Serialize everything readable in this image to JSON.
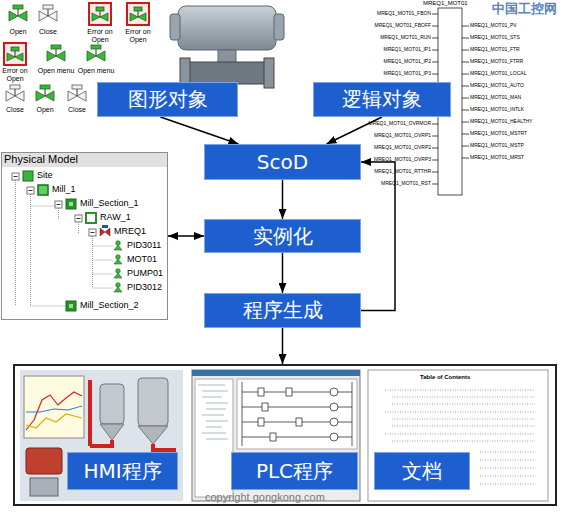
{
  "diagram": {
    "nodes": [
      {
        "text": [
          "图形对象"
        ]
      },
      {
        "text": [
          "逻辑对象"
        ]
      },
      {
        "text": [
          "ScoD"
        ]
      },
      {
        "text": [
          "Physical Model"
        ]
      },
      {
        "text": [
          "实例化"
        ]
      },
      {
        "text": [
          "程序生成"
        ]
      },
      {
        "text": [
          "HMI程序"
        ]
      },
      {
        "text": [
          "PLC程序"
        ]
      },
      {
        "text": [
          "文档"
        ]
      }
    ],
    "edges": [
      {
        "from": 0,
        "to": 2,
        "arrow": "to"
      },
      {
        "from": 1,
        "to": 2,
        "arrow": "to"
      },
      {
        "from": 2,
        "to": 4,
        "arrow": "to"
      },
      {
        "from": 3,
        "to": 4,
        "arrow": "both"
      },
      {
        "from": 4,
        "to": 5,
        "arrow": "to"
      },
      {
        "from": 5,
        "to": 2,
        "arrow": "to"
      }
    ],
    "labels": [
      "Open",
      "Close",
      "Error on Open",
      "Error on Open",
      "Error on Open",
      "Open menu",
      "Open menu",
      "Close",
      "Open",
      "Close",
      "MREQ1_MOT01",
      "MREQ1_MOT01_FBON",
      "MREQ1_MOT01_FBOFF",
      "MREQ1_MOT01_RUN",
      "MREQ1_MOT01_IP1",
      "MREQ1_MOT01_IP2",
      "MREQ1_MOT01_IP3",
      "MREQ1_MOT01_OVRMOR",
      "MREQ1_MOT01_OVRP1",
      "MREQ1_MOT01_OVRP2",
      "MREQ1_MOT01_OVRP3",
      "MREQ1_MOT01_RTTHR",
      "MREQ1_MOT01_RST",
      "MREQ1_MOT01_PV",
      "MREQ1_MOT01_STS",
      "MREQ1_MOT01_FTR",
      "MREQ1_MOT01_FTRR",
      "MREQ1_MOT01_LOCAL",
      "MREQ1_MOT01_AUTO",
      "MREQ1_MOT01_MAN",
      "MREQ1_MOT01_INTLK",
      "MREQ1_MOT01_HEALTHY",
      "MREQ1_MOT01_MSTRT",
      "MREQ1_MOT01_MSTP",
      "MREQ1_MOT01_MRST",
      "Site",
      "Mill_1",
      "Mill_Section_1",
      "RAW_1",
      "MREQ1",
      "PID3011",
      "MOT01",
      "PUMP01",
      "PID3012",
      "Mill_Section_2",
      "Table of Contents",
      "中国工控网",
      "copyright gongkong.com"
    ]
  }
}
